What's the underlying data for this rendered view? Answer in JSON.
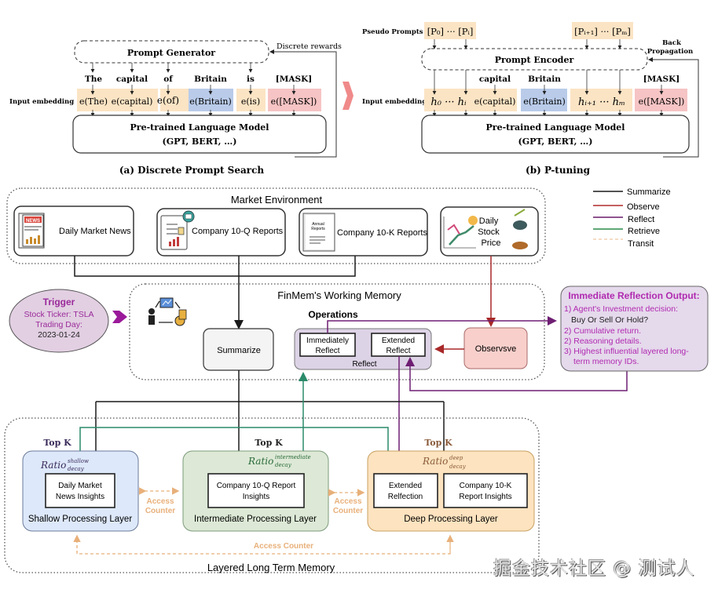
{
  "top": {
    "discrete": {
      "generator": "Prompt Generator",
      "rewards": "Discrete rewards",
      "input_label": "Input embedding",
      "tokens": [
        "The",
        "capital",
        "of",
        "Britain",
        "is",
        "[MASK]"
      ],
      "embeddings": [
        "e(The)",
        "e(capital)",
        "e(of)",
        "e(Britain)",
        "e(is)",
        "e([MASK])"
      ],
      "plm_title": "Pre-trained Language Model",
      "plm_sub": "(GPT, BERT, …)",
      "caption": "(a) Discrete Prompt Search"
    },
    "ptuning": {
      "pseudo_label": "Pseudo Prompts",
      "pseudo_left": "[P₀] ··· [Pᵢ]",
      "pseudo_right": "[Pᵢ₊₁] ··· [Pₘ]",
      "encoder": "Prompt Encoder",
      "backprop_1": "Back",
      "backprop_2": "Propagation",
      "input_label": "Input embedding",
      "tokens": [
        "capital",
        "Britain",
        "[MASK]"
      ],
      "emb_h_left": "h₀ ··· hᵢ",
      "emb_capital": "e(capital)",
      "emb_britain": "e(Britain)",
      "emb_h_right": "hᵢ₊₁ ··· hₘ",
      "emb_mask": "e([MASK])",
      "plm_title": "Pre-trained Language Model",
      "plm_sub": "(GPT, BERT, …)",
      "caption": "(b) P-tuning"
    }
  },
  "market": {
    "title": "Market Environment",
    "sources": [
      {
        "label": "Daily Market News",
        "icon": "newspaper-icon"
      },
      {
        "label": "Company 10-Q Reports",
        "icon": "report-icon"
      },
      {
        "label": "Company 10-K Reports",
        "icon": "annual-report-icon"
      },
      {
        "label_lines": [
          "Daily",
          "Stock",
          "Price"
        ],
        "icon": "stock-chart-icon"
      }
    ],
    "news_badge": "NEWS",
    "annual_badge_1": "Annual",
    "annual_badge_2": "Reports"
  },
  "legend": [
    {
      "label": "Summarize",
      "color": "#1a1a1a",
      "dashed": false
    },
    {
      "label": "Observe",
      "color": "#b02a2a",
      "dashed": false
    },
    {
      "label": "Reflect",
      "color": "#6a1a6a",
      "dashed": false
    },
    {
      "label": "Retrieve",
      "color": "#2a8a4a",
      "dashed": false
    },
    {
      "label": "Transit",
      "color": "#e8b88a",
      "dashed": true
    }
  ],
  "trigger": {
    "title": "Trigger",
    "line1": "Stock Ticker: TSLA",
    "line2": "Trading Day:",
    "line3": "2023-01-24"
  },
  "working_memory": {
    "title": "FinMem's Working Memory",
    "operations": "Operations",
    "summarize": "Summarize",
    "immediate_1": "Immediately",
    "immediate_2": "Reflect",
    "extended_1": "Extended",
    "extended_2": "Reflect",
    "reflect": "Reflect",
    "observe": "Observsve"
  },
  "reflection_output": {
    "title": "Immediate Reflection Output:",
    "lines": [
      "1) Agent's Investment decision:",
      "Buy Or Sell Or Hold?",
      "2) Cumulative return.",
      "2) Reasoning details.",
      "3) Highest influential layered long-",
      "term memory IDs."
    ]
  },
  "long_term": {
    "title": "Layered Long Term Memory",
    "topk": "Top K",
    "layers": [
      {
        "name": "Shallow Processing Layer",
        "ratio_sup": "shallow",
        "ratio_sub": "decay",
        "items": [
          [
            "Daily Market",
            "News Insights"
          ]
        ],
        "color": "#dde8fa"
      },
      {
        "name": "Intermediate Processing Layer",
        "ratio_sup": "intermediate",
        "ratio_sub": "decay",
        "items": [
          [
            "Company 10-Q Report",
            "Insights"
          ]
        ],
        "color": "#dde9d6"
      },
      {
        "name": "Deep Processing Layer",
        "ratio_sup": "deep",
        "ratio_sub": "decay",
        "items": [
          [
            "Extended",
            "Relfection"
          ],
          [
            "Company 10-K",
            "Report  Insights"
          ]
        ],
        "color": "#fde3bf"
      }
    ],
    "ratio": "Ratio",
    "access_counter_1": "Access",
    "access_counter_2": "Counter",
    "access_counter_full": "Access Counter"
  },
  "watermark": "掘金技术社区 @ 测试人",
  "colors": {
    "summarize": "#1a1a1a",
    "observe": "#a82828",
    "reflect": "#6e1f73",
    "retrieve": "#2a8a6a",
    "transit": "#e8b07a",
    "emb_orange": "#fbe4c4",
    "emb_blue": "#b9cbe9",
    "emb_pink": "#f6c4c4",
    "reflect_box": "#ddd3e6",
    "observe_box": "#f8cfcb",
    "output_box": "#e5d9ec",
    "trigger_fill": "#e2cfe2",
    "trigger_text": "#9a2a9a",
    "output_text": "#b02ab0"
  }
}
